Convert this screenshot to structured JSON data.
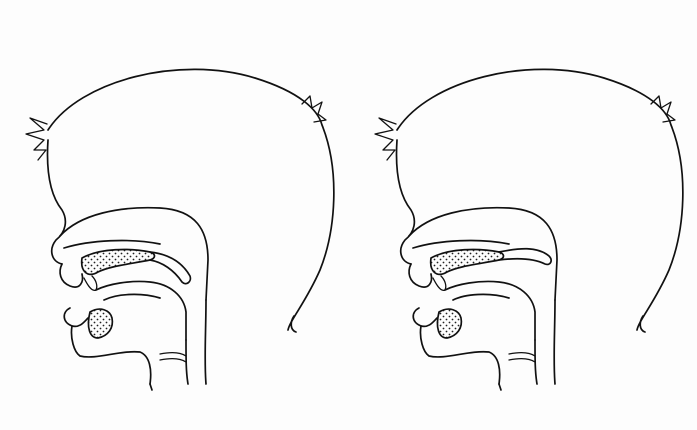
{
  "figures": [
    {
      "id": "left",
      "variant": "tongue-low"
    },
    {
      "id": "right",
      "variant": "tongue-raised"
    }
  ],
  "colors": {
    "ink": "#111111",
    "paper": "#fdfdfd"
  }
}
